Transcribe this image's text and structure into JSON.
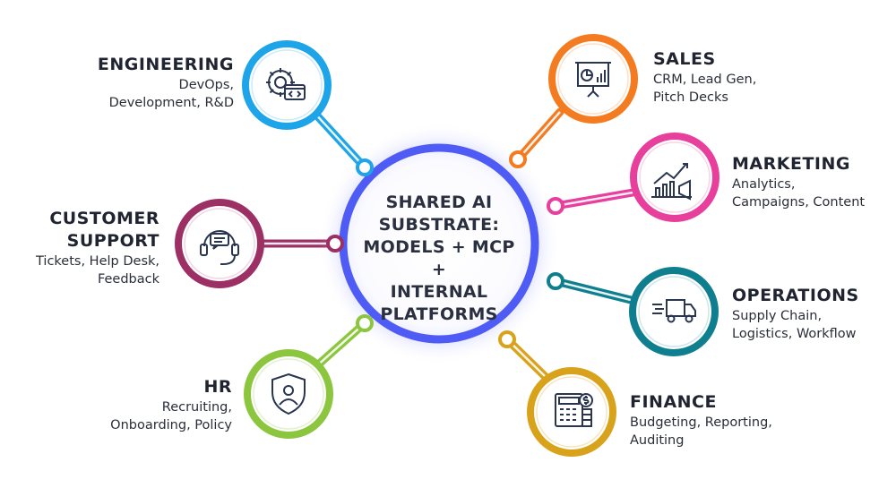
{
  "hub": {
    "lines": [
      "SHARED AI",
      "SUBSTRATE:",
      "MODELS + MCP +",
      "INTERNAL",
      "PLATFORMS"
    ]
  },
  "departments": {
    "engineering": {
      "title": "ENGINEERING",
      "lines": [
        "DevOps,",
        "Development, R&D"
      ],
      "color": "#1ea4e9",
      "icon": "gear-code-icon"
    },
    "customer_support": {
      "title_lines": [
        "CUSTOMER",
        "SUPPORT"
      ],
      "lines": [
        "Tickets, Help Desk,",
        "Feedback"
      ],
      "color": "#9c2f63",
      "icon": "headset-icon"
    },
    "hr": {
      "title": "HR",
      "lines": [
        "Recruiting,",
        "Onboarding, Policy"
      ],
      "color": "#8cc63f",
      "icon": "shield-user-icon"
    },
    "sales": {
      "title": "SALES",
      "lines": [
        "CRM, Lead Gen,",
        "Pitch Decks"
      ],
      "color": "#f47b20",
      "icon": "presentation-chart-icon"
    },
    "marketing": {
      "title": "MARKETING",
      "lines": [
        "Analytics,",
        "Campaigns, Content"
      ],
      "color": "#e83e9c",
      "icon": "megaphone-chart-icon"
    },
    "operations": {
      "title": "OPERATIONS",
      "lines": [
        "Supply Chain,",
        "Logistics, Workflow"
      ],
      "color": "#0f7f8f",
      "icon": "truck-icon"
    },
    "finance": {
      "title": "FINANCE",
      "lines": [
        "Budgeting, Reporting,",
        "Auditing"
      ],
      "color": "#d9a21b",
      "icon": "calculator-icon"
    }
  },
  "hub_color": "#4f5bf5"
}
